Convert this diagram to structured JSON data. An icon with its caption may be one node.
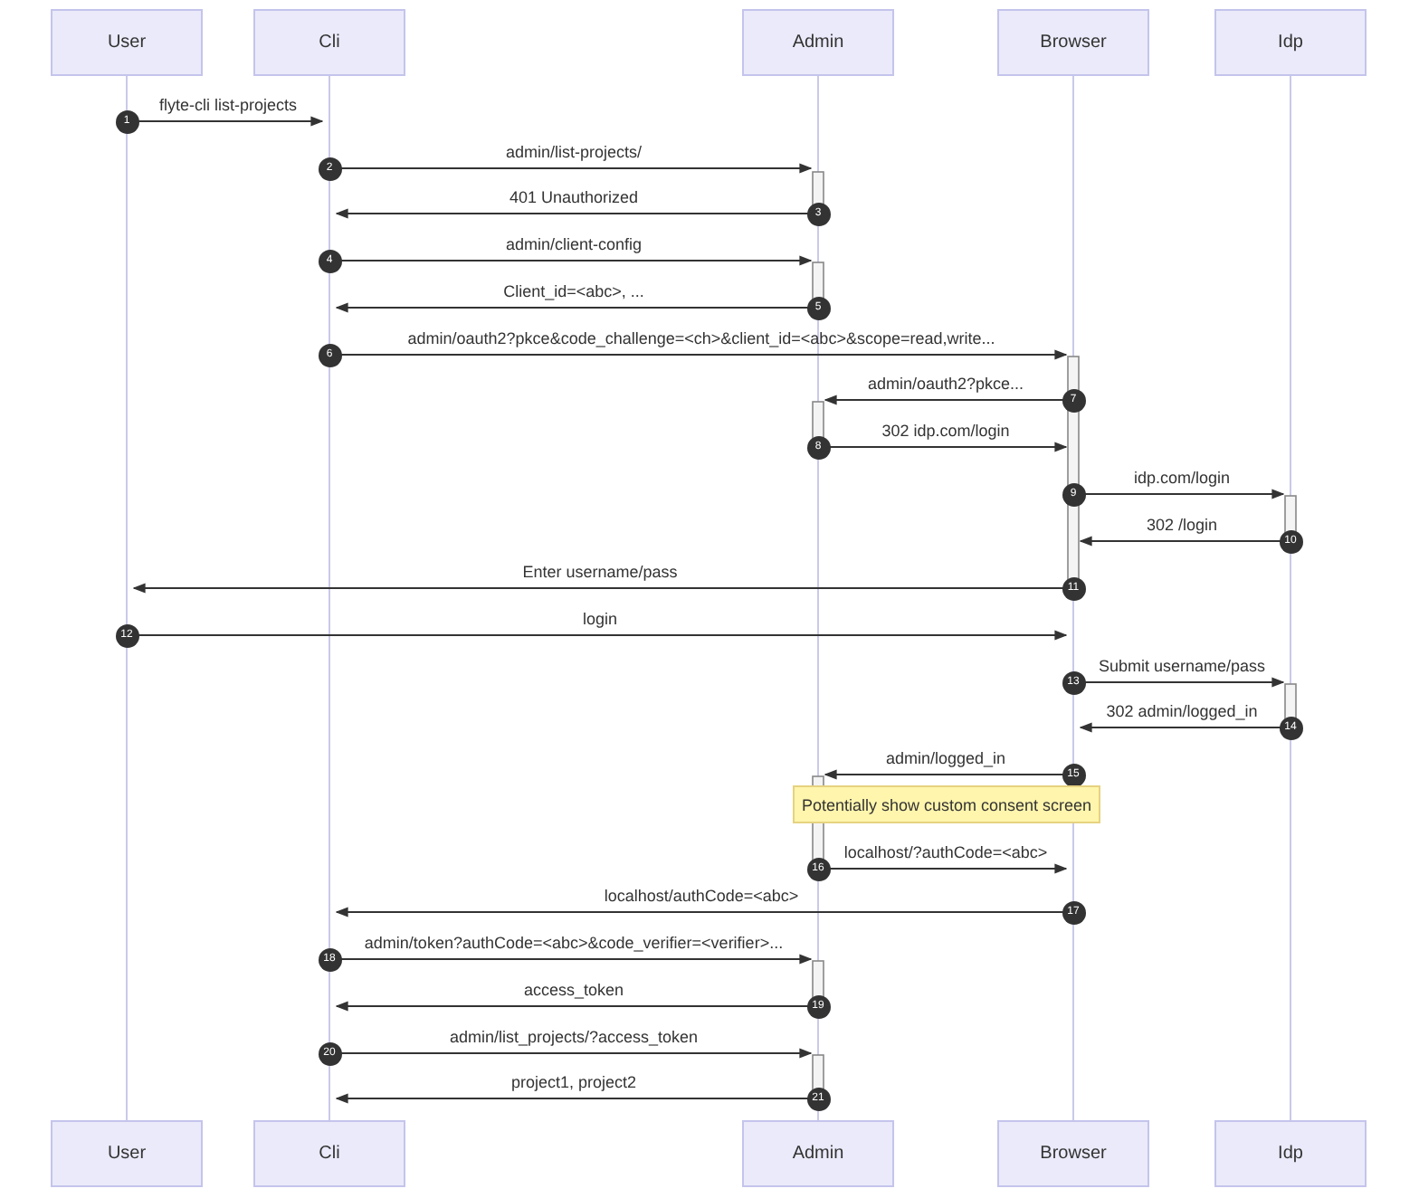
{
  "diagram": {
    "nodes": [
      {
        "text": [
          "User"
        ]
      },
      {
        "text": [
          "Cli"
        ]
      },
      {
        "text": [
          "Admin"
        ]
      },
      {
        "text": [
          "Browser"
        ]
      },
      {
        "text": [
          "Idp"
        ]
      },
      {
        "text": [],
        "shape": "line"
      },
      {
        "text": [],
        "shape": "line"
      },
      {
        "text": [],
        "shape": "line"
      },
      {
        "text": [],
        "shape": "line"
      },
      {
        "text": [],
        "shape": "line"
      },
      {
        "text": [
          "User"
        ]
      },
      {
        "text": [
          "Cli"
        ]
      },
      {
        "text": [
          "Admin"
        ]
      },
      {
        "text": [
          "Browser"
        ]
      },
      {
        "text": [
          "Idp"
        ]
      },
      {
        "text": [
          "Potentially show custom consent screen"
        ]
      }
    ],
    "edges": [
      {
        "from": 5,
        "to": 6,
        "arrow": "to",
        "label": "flyte-cli list-projects"
      },
      {
        "from": 6,
        "to": 7,
        "arrow": "to",
        "label": "admin/list-projects/"
      },
      {
        "from": 7,
        "to": 6,
        "arrow": "to",
        "label": "401 Unauthorized"
      },
      {
        "from": 6,
        "to": 7,
        "arrow": "to",
        "label": "admin/client-config"
      },
      {
        "from": 7,
        "to": 6,
        "arrow": "to",
        "label": "Client_id=<abc>, ..."
      },
      {
        "from": 6,
        "to": 8,
        "arrow": "to",
        "label": "admin/oauth2?pkce&code_challenge=<ch>&client_id=<abc>&scope=read,write..."
      },
      {
        "from": 8,
        "to": 7,
        "arrow": "to",
        "label": "admin/oauth2?pkce..."
      },
      {
        "from": 7,
        "to": 8,
        "arrow": "to",
        "label": "302 idp.com/login"
      },
      {
        "from": 8,
        "to": 9,
        "arrow": "to",
        "label": "idp.com/login"
      },
      {
        "from": 9,
        "to": 8,
        "arrow": "to",
        "label": "302 /login"
      },
      {
        "from": 8,
        "to": 5,
        "arrow": "to",
        "label": "Enter username/pass"
      },
      {
        "from": 5,
        "to": 8,
        "arrow": "to",
        "label": "login"
      },
      {
        "from": 8,
        "to": 9,
        "arrow": "to",
        "label": "Submit username/pass"
      },
      {
        "from": 9,
        "to": 8,
        "arrow": "to",
        "label": "302 admin/logged_in"
      },
      {
        "from": 8,
        "to": 7,
        "arrow": "to",
        "label": "admin/logged_in"
      },
      {
        "from": 7,
        "to": 8,
        "arrow": "to",
        "label": "localhost/?authCode=<abc>"
      },
      {
        "from": 8,
        "to": 6,
        "arrow": "to",
        "label": "localhost/authCode=<abc>"
      },
      {
        "from": 6,
        "to": 7,
        "arrow": "to",
        "label": "admin/token?authCode=<abc>&code_verifier=<verifier>..."
      },
      {
        "from": 7,
        "to": 6,
        "arrow": "to",
        "label": "access_token"
      },
      {
        "from": 6,
        "to": 7,
        "arrow": "to",
        "label": "admin/list_projects/?access_token"
      },
      {
        "from": 7,
        "to": 6,
        "arrow": "to",
        "label": "project1, project2"
      }
    ],
    "labels": [
      "1",
      "2",
      "3",
      "4",
      "5",
      "6",
      "7",
      "8",
      "9",
      "10",
      "11",
      "12",
      "13",
      "14",
      "15",
      "16",
      "17",
      "18",
      "19",
      "20",
      "21"
    ]
  }
}
